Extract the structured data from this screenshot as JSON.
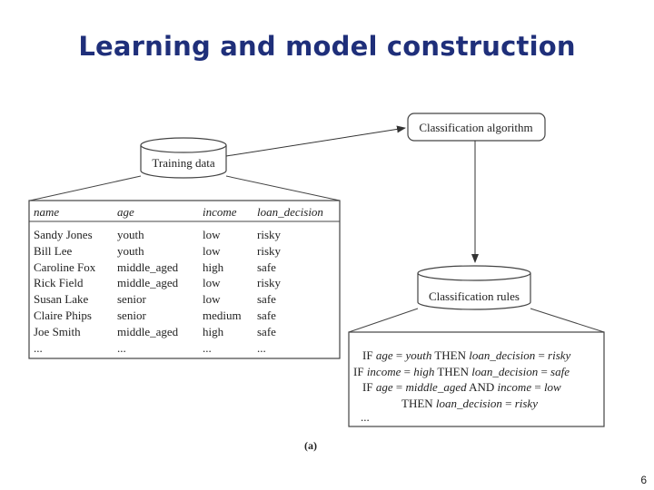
{
  "slide": {
    "title": "Learning and model construction",
    "page_number": "6"
  },
  "diagram": {
    "training_data_label": "Training data",
    "classification_algorithm_label": "Classification algorithm",
    "classification_rules_label": "Classification rules",
    "figure_caption": "(a)",
    "table": {
      "headers": [
        "name",
        "age",
        "income",
        "loan_decision"
      ],
      "rows": [
        [
          "Sandy Jones",
          "youth",
          "low",
          "risky"
        ],
        [
          "Bill Lee",
          "youth",
          "low",
          "risky"
        ],
        [
          "Caroline Fox",
          "middle_aged",
          "high",
          "safe"
        ],
        [
          "Rick Field",
          "middle_aged",
          "low",
          "risky"
        ],
        [
          "Susan Lake",
          "senior",
          "low",
          "safe"
        ],
        [
          "Claire Phips",
          "senior",
          "medium",
          "safe"
        ],
        [
          "Joe Smith",
          "middle_aged",
          "high",
          "safe"
        ],
        [
          "...",
          "...",
          "...",
          "..."
        ]
      ]
    },
    "rules": {
      "r1": {
        "if": "IF ",
        "attr1": "age",
        "eq1": " = ",
        "val1": "youth",
        "then": " THEN ",
        "target": "loan_decision",
        "eq2": " = ",
        "result": "risky"
      },
      "r2": {
        "if": "IF ",
        "attr1": "income",
        "eq1": " = ",
        "val1": "high",
        "then": " THEN ",
        "target": "loan_decision",
        "eq2": " = ",
        "result": "safe"
      },
      "r3": {
        "if": "IF ",
        "attr1": "age",
        "eq1": " = ",
        "val1": "middle_aged",
        "and": " AND ",
        "attr2": "income",
        "eq2": " = ",
        "val2": "low"
      },
      "r3b": {
        "then": "THEN ",
        "target": "loan_decision",
        "eq": " = ",
        "result": "risky"
      },
      "ellipsis": "..."
    }
  }
}
